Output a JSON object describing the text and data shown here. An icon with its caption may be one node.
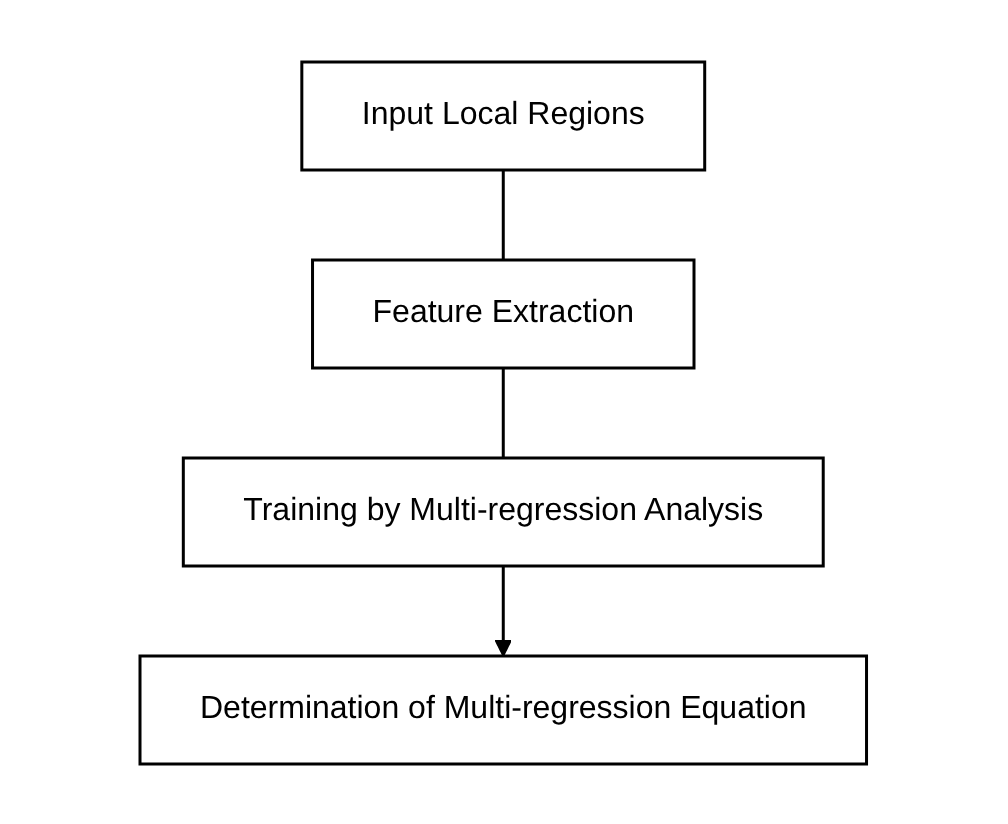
{
  "diagram": {
    "nodes": [
      {
        "text": [
          "Input Local Regions"
        ]
      },
      {
        "text": [
          "Feature Extraction"
        ]
      },
      {
        "text": [
          "Training by Multi-regression Analysis"
        ]
      },
      {
        "text": [
          "Determination of Multi-regression Equation"
        ]
      }
    ],
    "edges": [
      {
        "from": 0,
        "to": 1,
        "arrow": "none"
      },
      {
        "from": 1,
        "to": 2,
        "arrow": "none"
      },
      {
        "from": 2,
        "to": 3,
        "arrow": "to"
      }
    ]
  }
}
